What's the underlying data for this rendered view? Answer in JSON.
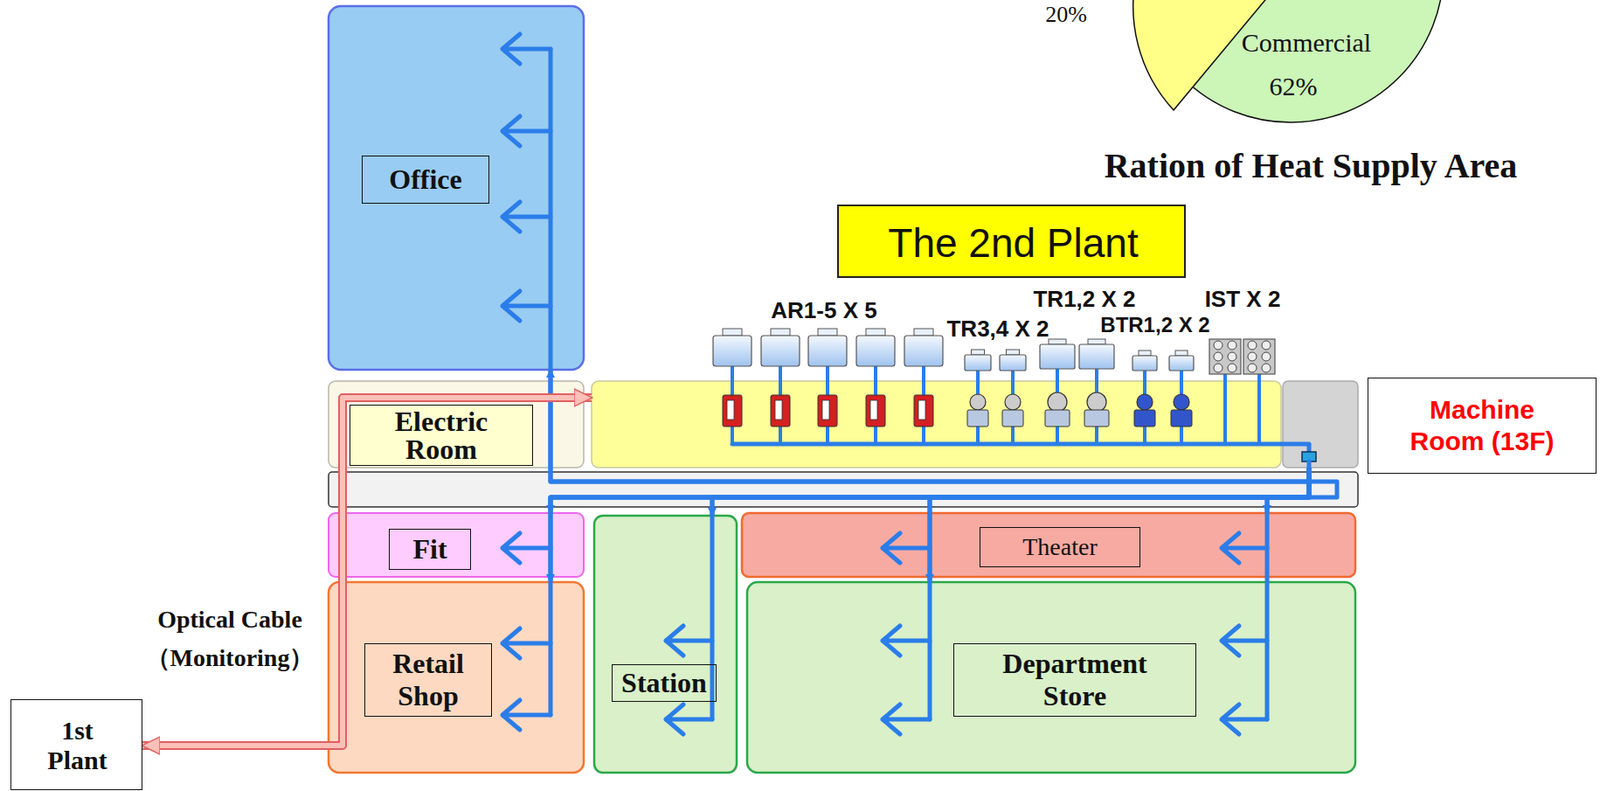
{
  "diagram": {
    "nodes": [
      {
        "text": [
          "Office"
        ]
      },
      {
        "text": [
          "The 2nd Plant"
        ]
      },
      {
        "text": [
          "Electric Room"
        ]
      },
      {
        "text": [
          "Machine Room (13F)"
        ]
      },
      {
        "text": [
          "Fit"
        ]
      },
      {
        "text": [
          "Theater"
        ]
      },
      {
        "text": [
          "Retail Shop"
        ]
      },
      {
        "text": [
          "Station"
        ]
      },
      {
        "text": [
          "Department Store"
        ]
      },
      {
        "text": [
          "1st Plant"
        ]
      }
    ],
    "edges": [
      {
        "from": 3,
        "to": 0,
        "arrow": "to"
      },
      {
        "from": 3,
        "to": 4,
        "arrow": "to"
      },
      {
        "from": 3,
        "to": 6,
        "arrow": "to"
      },
      {
        "from": 3,
        "to": 7,
        "arrow": "to"
      },
      {
        "from": 3,
        "to": 5,
        "arrow": "to"
      },
      {
        "from": 3,
        "to": 8,
        "arrow": "to"
      },
      {
        "from": 9,
        "to": 3,
        "arrow": "both"
      }
    ],
    "labels": [
      "20%",
      "Commercial",
      "62%",
      "Ration of Heat Supply Area",
      "AR1-5 X 5",
      "TR3,4 X 2",
      "TR1,2 X 2",
      "BTR1,2 X 2",
      "IST X 2",
      "Optical Cable",
      "（Monitoring）"
    ]
  }
}
